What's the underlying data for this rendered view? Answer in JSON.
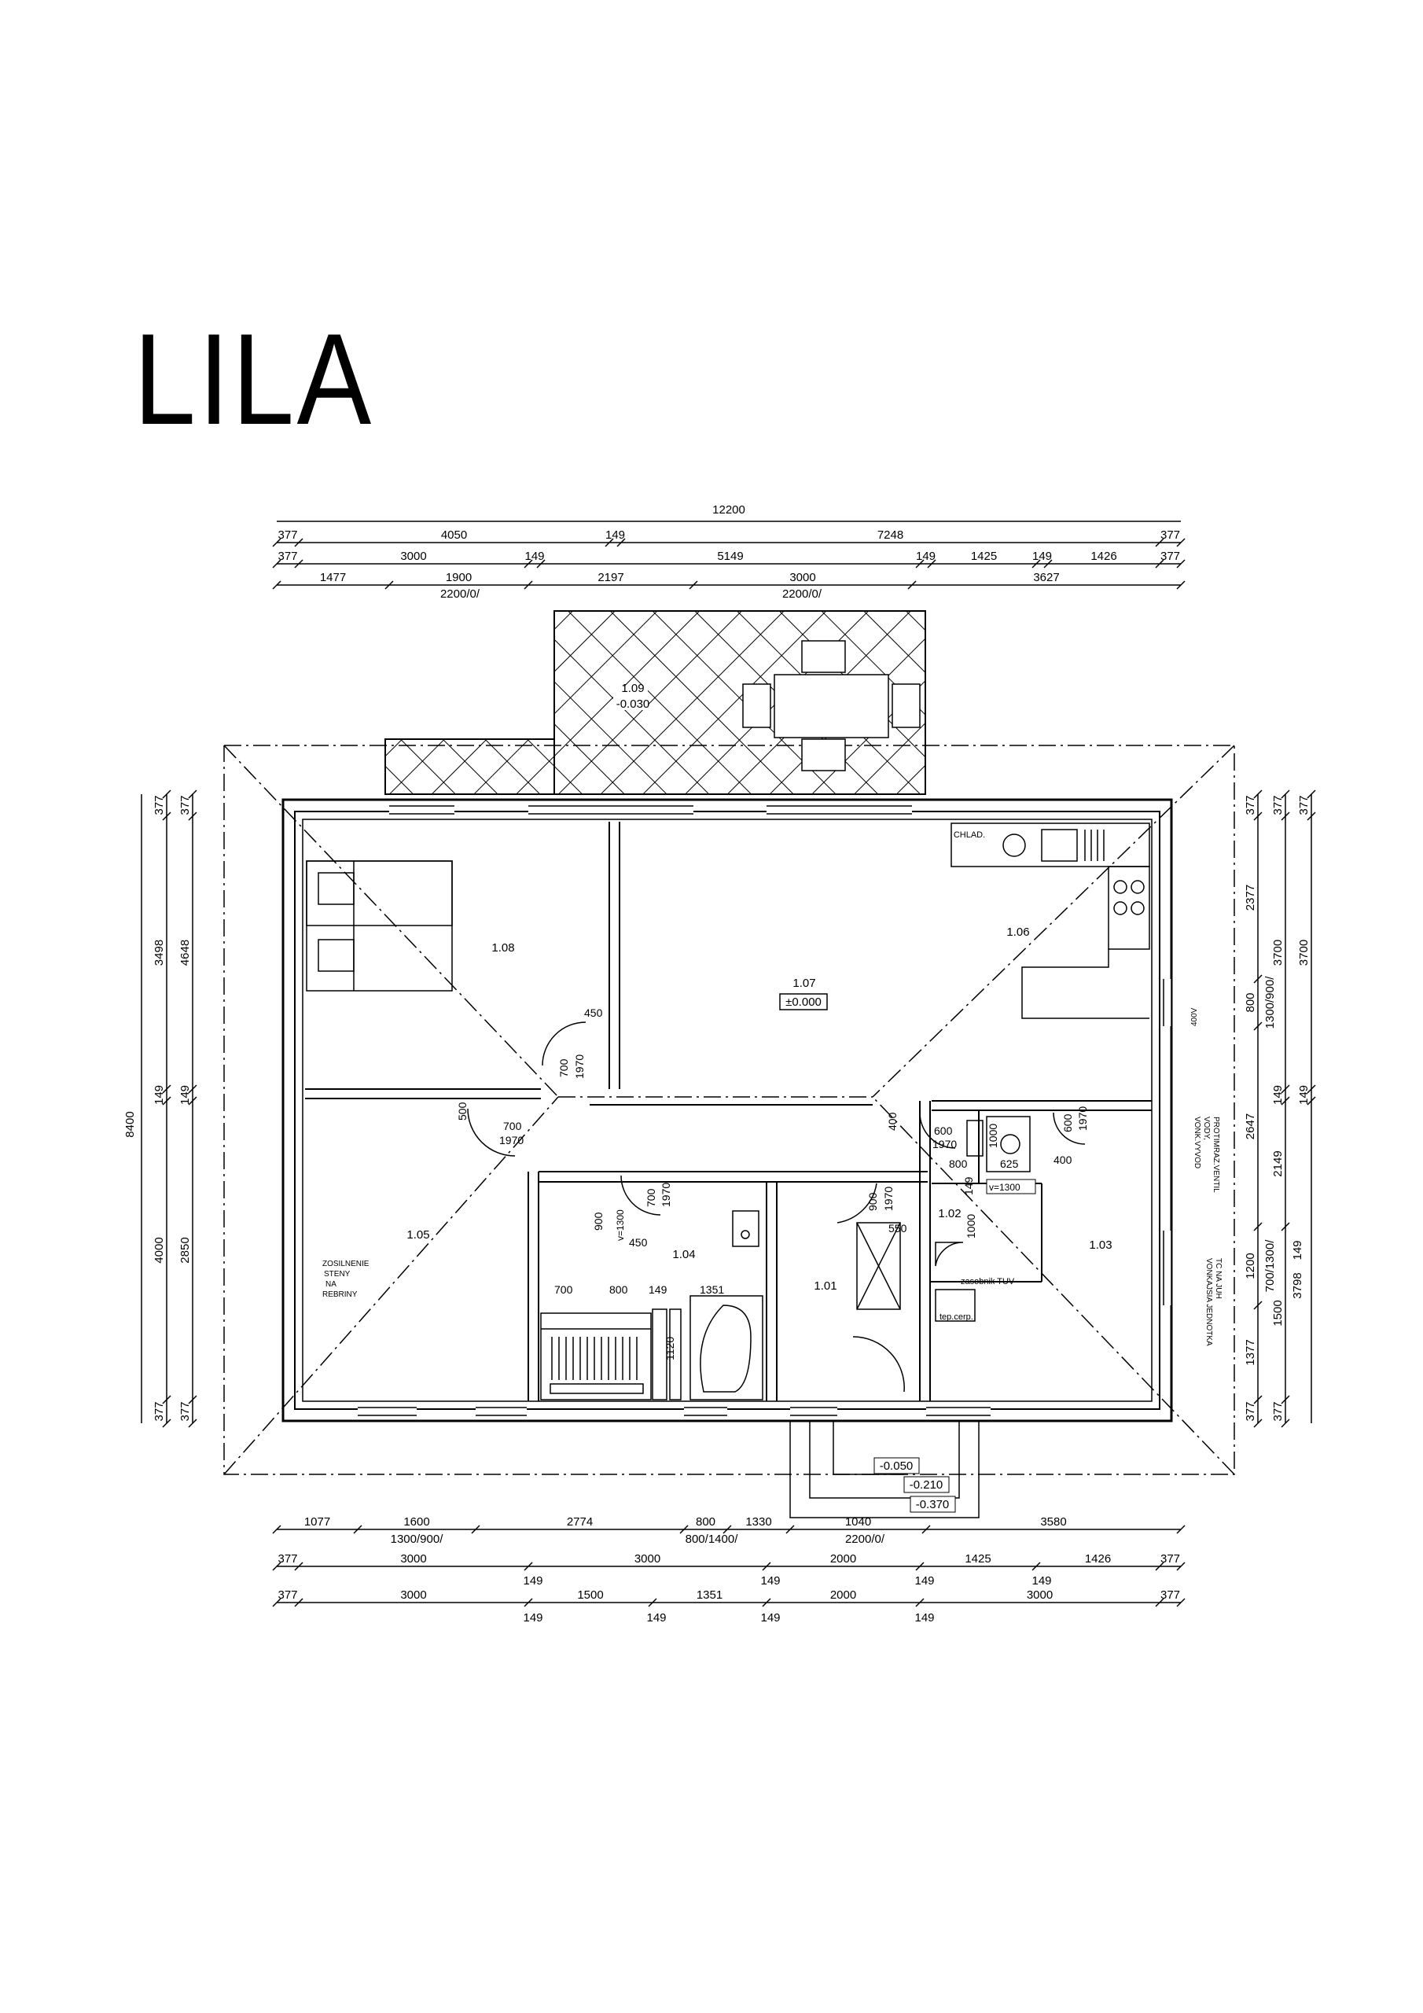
{
  "title": "LILA",
  "dims": {
    "total_top": "12200",
    "top_row1": [
      "377",
      "4050",
      "149",
      "7248",
      "377"
    ],
    "top_row2": [
      "377",
      "3000",
      "149",
      "5149",
      "149",
      "1425",
      "149",
      "1426",
      "377"
    ],
    "top_row3": [
      "1477",
      "1900",
      "2197",
      "3000",
      "3627"
    ],
    "top_row3_sub": [
      "2200/0/",
      "2200/0/"
    ],
    "bottom_row1": [
      "1077",
      "1600",
      "2774",
      "800",
      "1330",
      "1040",
      "3580"
    ],
    "bottom_row1_sub": [
      "1300/900/",
      "800/1400/",
      "2200/0/"
    ],
    "bottom_row2": [
      "377",
      "3000",
      "3000",
      "2000",
      "1425",
      "1426",
      "377"
    ],
    "bottom_row2_149": [
      "149",
      "149",
      "149",
      "149"
    ],
    "bottom_row3": [
      "377",
      "3000",
      "1500",
      "1351",
      "2000",
      "3000",
      "377"
    ],
    "bottom_row3_149": [
      "149",
      "149",
      "149",
      "149"
    ],
    "left_total": "8400",
    "left_col1": [
      "377",
      "3498",
      "149",
      "4000",
      "377"
    ],
    "left_col2": [
      "377",
      "4648",
      "149",
      "2850",
      "377"
    ],
    "right_col1": [
      "377",
      "2377",
      "800",
      "2647",
      "1200",
      "1377",
      "377"
    ],
    "right_col1_sub": [
      "1300/900/",
      "700/1300/"
    ],
    "right_col2": [
      "377",
      "3700",
      "149",
      "2149",
      "1500",
      "377"
    ],
    "right_col2_b": [
      "149",
      "3798"
    ],
    "right_col3": [
      "377",
      "3700",
      "149"
    ]
  },
  "rooms": {
    "r108": "1.08",
    "r107": "1.07",
    "r107_level": "±0.000",
    "r106": "1.06",
    "r105": "1.05",
    "r104": "1.04",
    "r101": "1.01",
    "r102": "1.02",
    "r103": "1.03",
    "r109": "1.09",
    "r109_level": "-0.030"
  },
  "levels": {
    "step1": "-0.050",
    "step2": "-0.210",
    "step3": "-0.370"
  },
  "notes": {
    "chlad": "CHLAD.",
    "zosilnenie": [
      "ZOSILNENIE",
      "STENY",
      "NA",
      "REBRINY"
    ],
    "vonk_vyvod": [
      "VONK.VYVOD",
      "VODY,",
      "PROTIMRAZ.VENTIL"
    ],
    "vonk_jednotka": [
      "VONKAJSIA JEDNOTKA",
      "TC NA JUH"
    ],
    "zasobnik": "zasobnik TUV",
    "tep_cerp": "tep.cerp.",
    "v400": "400V"
  },
  "openings": {
    "d108": [
      "450",
      "700",
      "1970"
    ],
    "d105": [
      "500",
      "700",
      "1970"
    ],
    "d104": [
      "900",
      "v=1300",
      "700",
      "1970",
      "450"
    ],
    "d104_dims": [
      "700",
      "800",
      "149",
      "1351",
      "1120"
    ],
    "d101": [
      "900",
      "1970",
      "550"
    ],
    "d102": [
      "400",
      "600",
      "1970",
      "800",
      "149",
      "625",
      "1000",
      "v=1300",
      "1000"
    ],
    "d103": [
      "600",
      "1970",
      "400"
    ]
  }
}
